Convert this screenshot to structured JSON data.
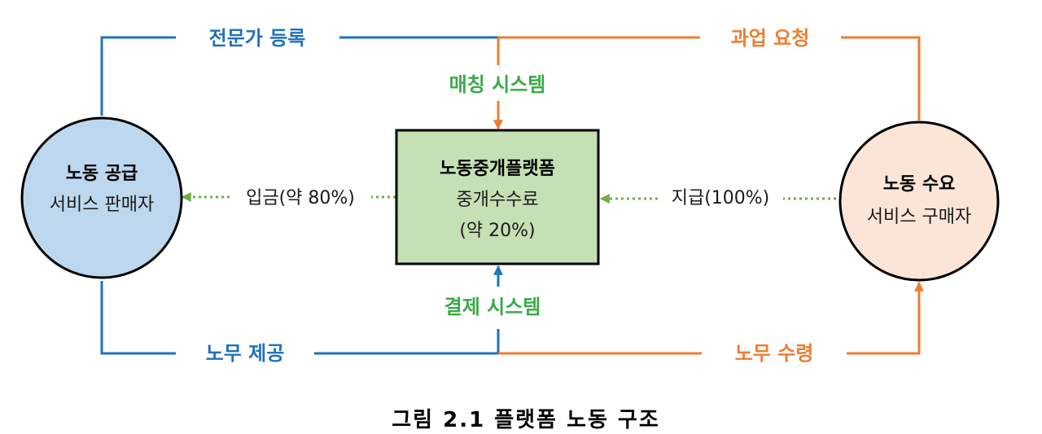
{
  "colors": {
    "supply_flow": "#1f72be",
    "demand_flow": "#ed7d31",
    "system_label": "#3aaa47",
    "money_flow": "#70ad47",
    "supplier_fill": "#bdd7ee",
    "buyer_fill": "#fbe5d6",
    "platform_fill": "#c5e0b4"
  },
  "supplier": {
    "title": "노동 공급",
    "subtitle": "서비스 판매자"
  },
  "buyer": {
    "title": "노동 수요",
    "subtitle": "서비스 구매자"
  },
  "platform": {
    "title": "노동중개플랫폼",
    "fee_label": "중개수수료",
    "fee_rate": "(약 20%)"
  },
  "flows": {
    "expert_registration": "전문가 등록",
    "task_request": "과업 요청",
    "matching_system": "매칭 시스템",
    "payment_system": "결제 시스템",
    "labor_provision": "노무 제공",
    "labor_receipt": "노무 수령",
    "deposit": "입금(약 80%)",
    "payment": "지급(100%)"
  },
  "caption": "그림 2.1 플랫폼 노동 구조"
}
